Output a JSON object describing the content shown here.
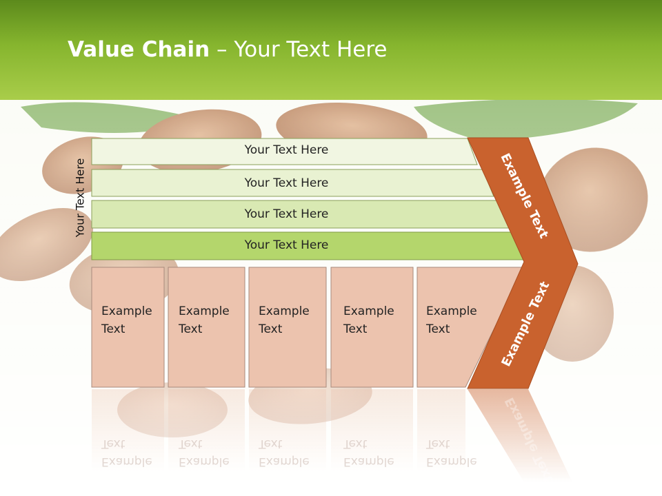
{
  "slide": {
    "title_bold": "Value Chain",
    "title_sep": " – ",
    "title_rest": "Your Text Here"
  },
  "diagram": {
    "side_label": "Your Text Here",
    "rows": [
      {
        "label": "Your Text Here"
      },
      {
        "label": "Your Text Here"
      },
      {
        "label": "Your Text Here"
      },
      {
        "label": "Your Text Here"
      }
    ],
    "boxes": [
      {
        "line1": "Example",
        "line2": "Text"
      },
      {
        "line1": "Example",
        "line2": "Text"
      },
      {
        "line1": "Example",
        "line2": "Text"
      },
      {
        "line1": "Example",
        "line2": "Text"
      },
      {
        "line1": "Example",
        "line2": "Text"
      }
    ],
    "arrow_top_label": "Example Text",
    "arrow_bottom_label": "Example Text"
  },
  "colors": {
    "header_green": "#86b52e",
    "row_fill_1": "#f1f6e2",
    "row_fill_2": "#e9f2d2",
    "row_fill_3": "#d9e9b3",
    "row_fill_4": "#b4d66c",
    "box_fill": "#ecc3ae",
    "arrow_fill": "#c9622e"
  }
}
